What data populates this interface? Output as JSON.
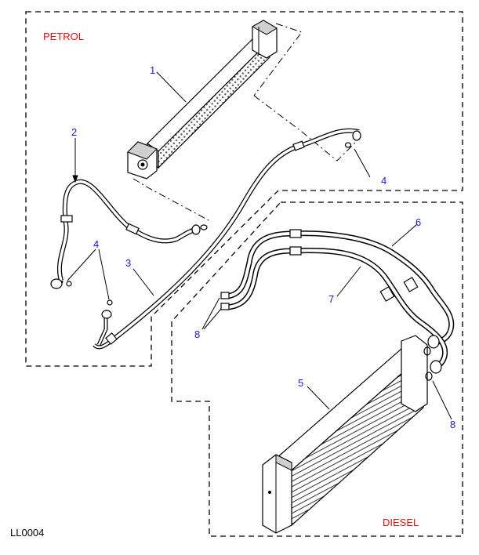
{
  "diagram": {
    "reference_code": "LL0004",
    "sections": {
      "petrol": "PETROL",
      "diesel": "DIESEL"
    },
    "callouts": {
      "c1": "1",
      "c2": "2",
      "c3": "3",
      "c4a": "4",
      "c4b": "4",
      "c5": "5",
      "c6": "6",
      "c7": "7",
      "c8a": "8",
      "c8b": "8"
    },
    "colors": {
      "section_label": "#e01010",
      "callout": "#1a1ad0",
      "line": "#000000",
      "background": "#ffffff"
    }
  }
}
